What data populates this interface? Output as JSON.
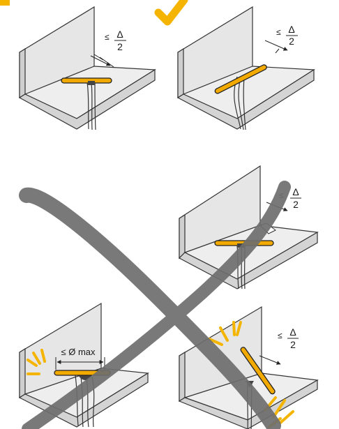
{
  "labels": {
    "le": "≤",
    "delta": "Δ",
    "half_den": "2",
    "diam_max": "≤ Ø max"
  },
  "colors": {
    "ok": "#f4b400",
    "warn": "#f4b400",
    "cross": "#6e6e6e",
    "wall": "#e6e6e6",
    "outline": "#333333",
    "sensor": "#f2a900"
  },
  "icons": {
    "correct": "checkmark-icon",
    "incorrect": "cross-icon",
    "warning": "warning-burst-icon"
  },
  "panels": [
    {
      "name": "correct-mount-dimension",
      "status": "correct"
    },
    {
      "name": "correct-mount-tilted",
      "status": "correct"
    },
    {
      "name": "incorrect-mount-cutout",
      "status": "incorrect"
    },
    {
      "name": "incorrect-mount-diameter-max",
      "status": "incorrect"
    },
    {
      "name": "incorrect-mount-diagonal",
      "status": "incorrect"
    }
  ]
}
